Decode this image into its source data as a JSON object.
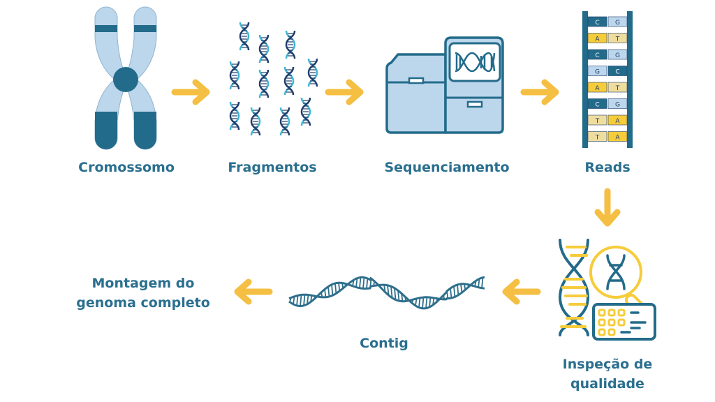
{
  "colors": {
    "dark_teal": "#236b8a",
    "light_blue": "#bcd6ec",
    "arrow_yellow": "#f4bf42",
    "label_teal": "#2a6f8f",
    "pale_yellow": "#eedd9e",
    "gold": "#f6cc3b",
    "helix_cyan": "#3fb4d2",
    "helix_navy": "#1f3d6b"
  },
  "steps": [
    {
      "id": "chromosome",
      "label": "Cromossomo",
      "icon": "chromosome-icon"
    },
    {
      "id": "fragments",
      "label": "Fragmentos",
      "icon": "dna-fragments-icon"
    },
    {
      "id": "sequencing",
      "label": "Sequenciamento",
      "icon": "sequencer-machine-icon"
    },
    {
      "id": "reads",
      "label": "Reads",
      "icon": "base-pair-reads-icon"
    },
    {
      "id": "quality",
      "label_line1": "Inspeção de",
      "label_line2": "qualidade",
      "icon": "quality-inspection-icon"
    },
    {
      "id": "contig",
      "label": "Contig",
      "icon": "dna-strand-icon"
    },
    {
      "id": "assembly",
      "label_line1": "Montagem do",
      "label_line2": "genoma completo"
    }
  ],
  "reads": [
    {
      "left": "C",
      "right": "G",
      "left_type": "C",
      "right_type": "G"
    },
    {
      "left": "A",
      "right": "T",
      "left_type": "A",
      "right_type": "T"
    },
    {
      "left": "C",
      "right": "G",
      "left_type": "C",
      "right_type": "G"
    },
    {
      "left": "G",
      "right": "C",
      "left_type": "G",
      "right_type": "C"
    },
    {
      "left": "A",
      "right": "T",
      "left_type": "A",
      "right_type": "T"
    },
    {
      "left": "C",
      "right": "G",
      "left_type": "C",
      "right_type": "G"
    },
    {
      "left": "T",
      "right": "A",
      "left_type": "T",
      "right_type": "A"
    },
    {
      "left": "T",
      "right": "A",
      "left_type": "T",
      "right_type": "A"
    }
  ]
}
